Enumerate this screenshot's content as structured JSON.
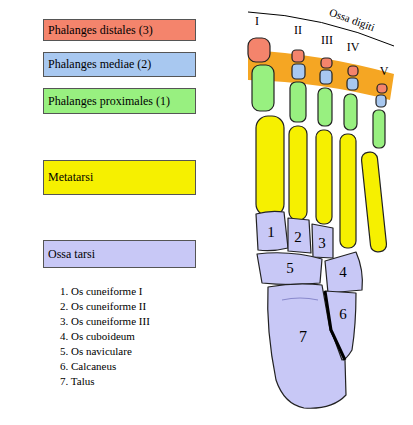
{
  "diagram": {
    "labels": [
      "Ossa digiti",
      "I",
      "II",
      "III",
      "IV",
      "V",
      "1",
      "2",
      "3",
      "4",
      "5",
      "6",
      "7",
      "1. Os cuneiforme I",
      "2. Os cuneiforme II",
      "3. Os cuneiforme III",
      "4. Os cuboideum",
      "5. Os naviculare",
      "6. Calcaneus",
      "7. Talus"
    ],
    "legend": [
      {
        "text": "Phalanges distales (3)",
        "color": "#f4846c"
      },
      {
        "text": "Phalanges mediae (2)",
        "color": "#a8c8f0"
      },
      {
        "text": "Phalanges proximales (1)",
        "color": "#98f080"
      },
      {
        "text": "Metatarsi",
        "color": "#f6f000"
      },
      {
        "text": "Ossa tarsi",
        "color": "#c8c8f6"
      }
    ]
  }
}
